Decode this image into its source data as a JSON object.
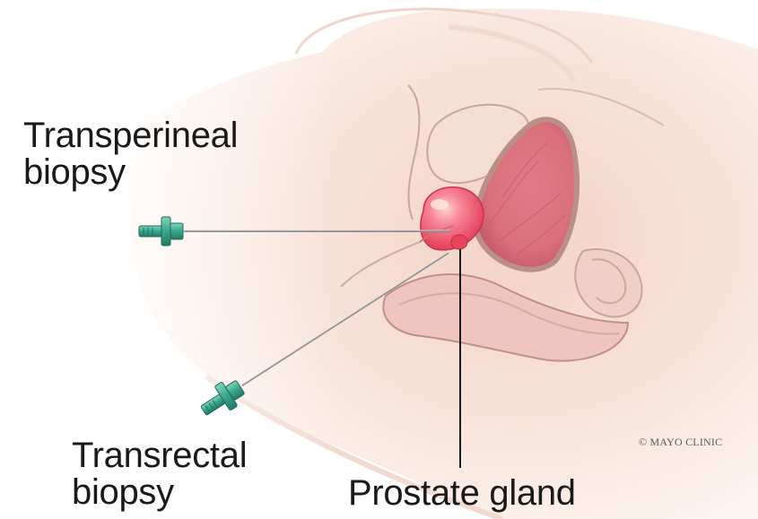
{
  "labels": {
    "transperineal": [
      "Transperineal",
      "biopsy"
    ],
    "transrectal": [
      "Transrectal",
      "biopsy"
    ],
    "prostate": "Prostate gland"
  },
  "credit": "© MAYO CLINIC",
  "colors": {
    "skin": "#f7e3d8",
    "organ_outline": "#b98f86",
    "bladder": "#d9707a",
    "prostate": "#e8465e",
    "needle_hub": "#3aa58c",
    "needle_shaft": "#8a8a8a",
    "label_text": "#1a1a1a"
  },
  "icons": [
    "needle-icon",
    "needle-icon"
  ]
}
